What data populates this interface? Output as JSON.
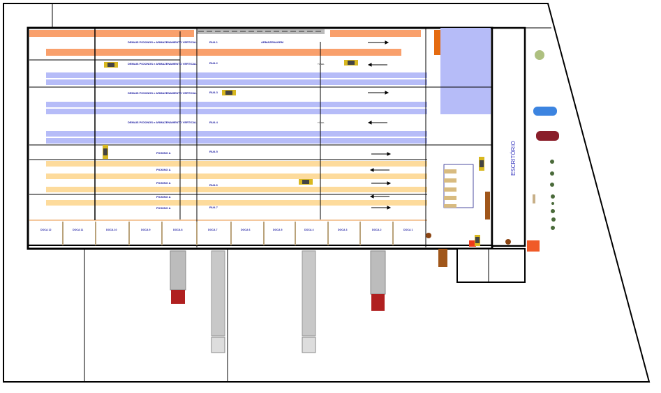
{
  "plan": {
    "zones": {
      "vertical_storage": "DEMAIS PICKINGS e ARMAZENAMENTO VERTICAL",
      "picking": "PICKING A",
      "storage": "ARMAZENAGEM",
      "tunnel": "TÚNEL",
      "office": "ESCRITÓRIO"
    },
    "aisles": [
      "RUA 1",
      "RUA 2",
      "RUA 3",
      "RUA 4",
      "RUA 5",
      "RUA 6",
      "RUA 7"
    ],
    "docks": [
      "DOCA 12",
      "DOCA 11",
      "DOCA 10",
      "DOCA 9",
      "DOCA 8",
      "DOCA 7",
      "DOCA 6",
      "DOCA 5",
      "DOCA 4",
      "DOCA 3",
      "DOCA 2",
      "DOCA 1"
    ]
  },
  "colors": {
    "orange_rack": "#f9a06c",
    "blue_rack": "#b6bcf8",
    "tan_rack": "#fddb9c",
    "wall": "#000000",
    "label": "#1a1aa0"
  }
}
